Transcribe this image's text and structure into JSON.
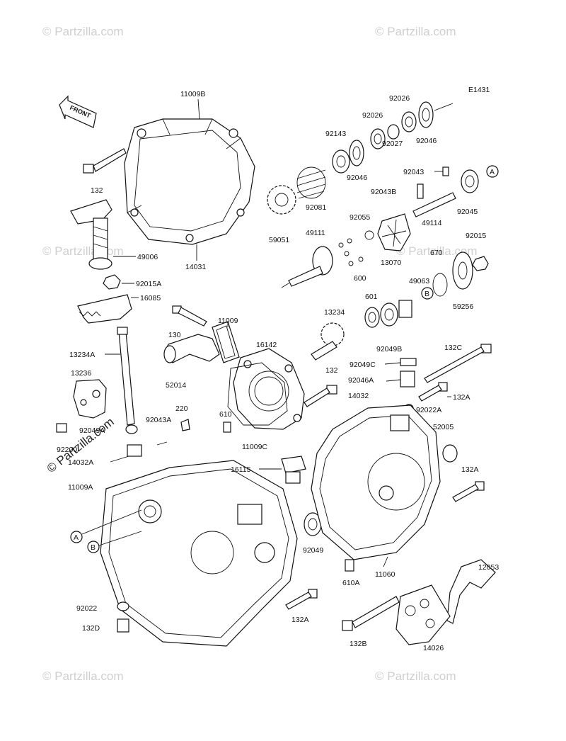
{
  "diagram_code": "E1431",
  "front_label": "FRONT",
  "watermark": {
    "text": "© Partzilla.com"
  },
  "callouts": {
    "A": "A",
    "B": "B"
  },
  "part_labels": {
    "p11009B": "11009B",
    "p132": "132",
    "p49006": "49006",
    "p14031": "14031",
    "p92015A": "92015A",
    "p16085": "16085",
    "p130": "130",
    "p11009": "11009",
    "p13234A": "13234A",
    "p52014": "52014",
    "p16142": "16142",
    "p13236": "13236",
    "p220": "220",
    "p92049A": "92049A",
    "p92043A": "92043A",
    "p92200": "92200",
    "p14032A": "14032A",
    "p11009A": "11009A",
    "p610": "610",
    "p11009C": "11009C",
    "p16115": "16115",
    "p92049": "92049",
    "p92022": "92022",
    "p132D": "132D",
    "p132A_bottom": "132A",
    "p92026_a": "92026",
    "p92026_b": "92026",
    "p92143": "92143",
    "p92046_a": "92046",
    "p92027": "92027",
    "p92046_b": "92046",
    "p92043": "92043",
    "p92043B": "92043B",
    "p92045": "92045",
    "p92081": "92081",
    "p59051": "59051",
    "p49111": "49111",
    "p92055": "92055",
    "p49114": "49114",
    "p92015": "92015",
    "p13070": "13070",
    "p670": "670",
    "p600": "600",
    "p49063": "49063",
    "p59256": "59256",
    "p601": "601",
    "p13234": "13234",
    "p92049B": "92049B",
    "p132C": "132C",
    "p92049C": "92049C",
    "p132_mid": "132",
    "p92046A": "92046A",
    "p132A_a": "132A",
    "p14032": "14032",
    "p92022A": "92022A",
    "p52005": "52005",
    "p132A_b": "132A",
    "p610A": "610A",
    "p11060": "11060",
    "p12053": "12053",
    "p132B": "132B",
    "p14026": "14026"
  }
}
